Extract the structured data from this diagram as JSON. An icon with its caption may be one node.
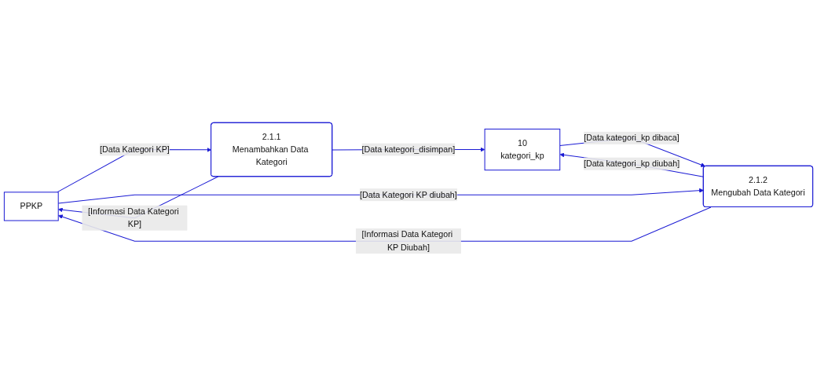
{
  "diagram": {
    "nodes": [
      {
        "text": [
          "PPKP"
        ]
      },
      {
        "text": [
          "2.1.1",
          "Menambahkan Data Kategori"
        ]
      },
      {
        "text": [
          "10",
          "kategori_kp"
        ]
      },
      {
        "text": [
          "2.1.2",
          "Mengubah Data Kategori"
        ]
      }
    ],
    "edges": [
      {
        "from": 1,
        "to": 0,
        "arrow": "to",
        "label": "[Informasi Data Kategori KP]"
      },
      {
        "from": 0,
        "to": 1,
        "arrow": "to",
        "label": "[Data Kategori KP]"
      },
      {
        "from": 1,
        "to": 2,
        "arrow": "to",
        "label": "[Data kategori_disimpan]"
      },
      {
        "from": 2,
        "to": 3,
        "arrow": "to",
        "label": "[Data kategori_kp dibaca]"
      },
      {
        "from": 0,
        "to": 3,
        "arrow": "to",
        "label": "[Data Kategori KP diubah]"
      },
      {
        "from": 3,
        "to": 0,
        "arrow": "to",
        "label": "[Informasi Data Kategori KP Diubah]"
      },
      {
        "from": 3,
        "to": 2,
        "arrow": "to",
        "label": "[Data kategori_kp diubah]"
      }
    ]
  }
}
